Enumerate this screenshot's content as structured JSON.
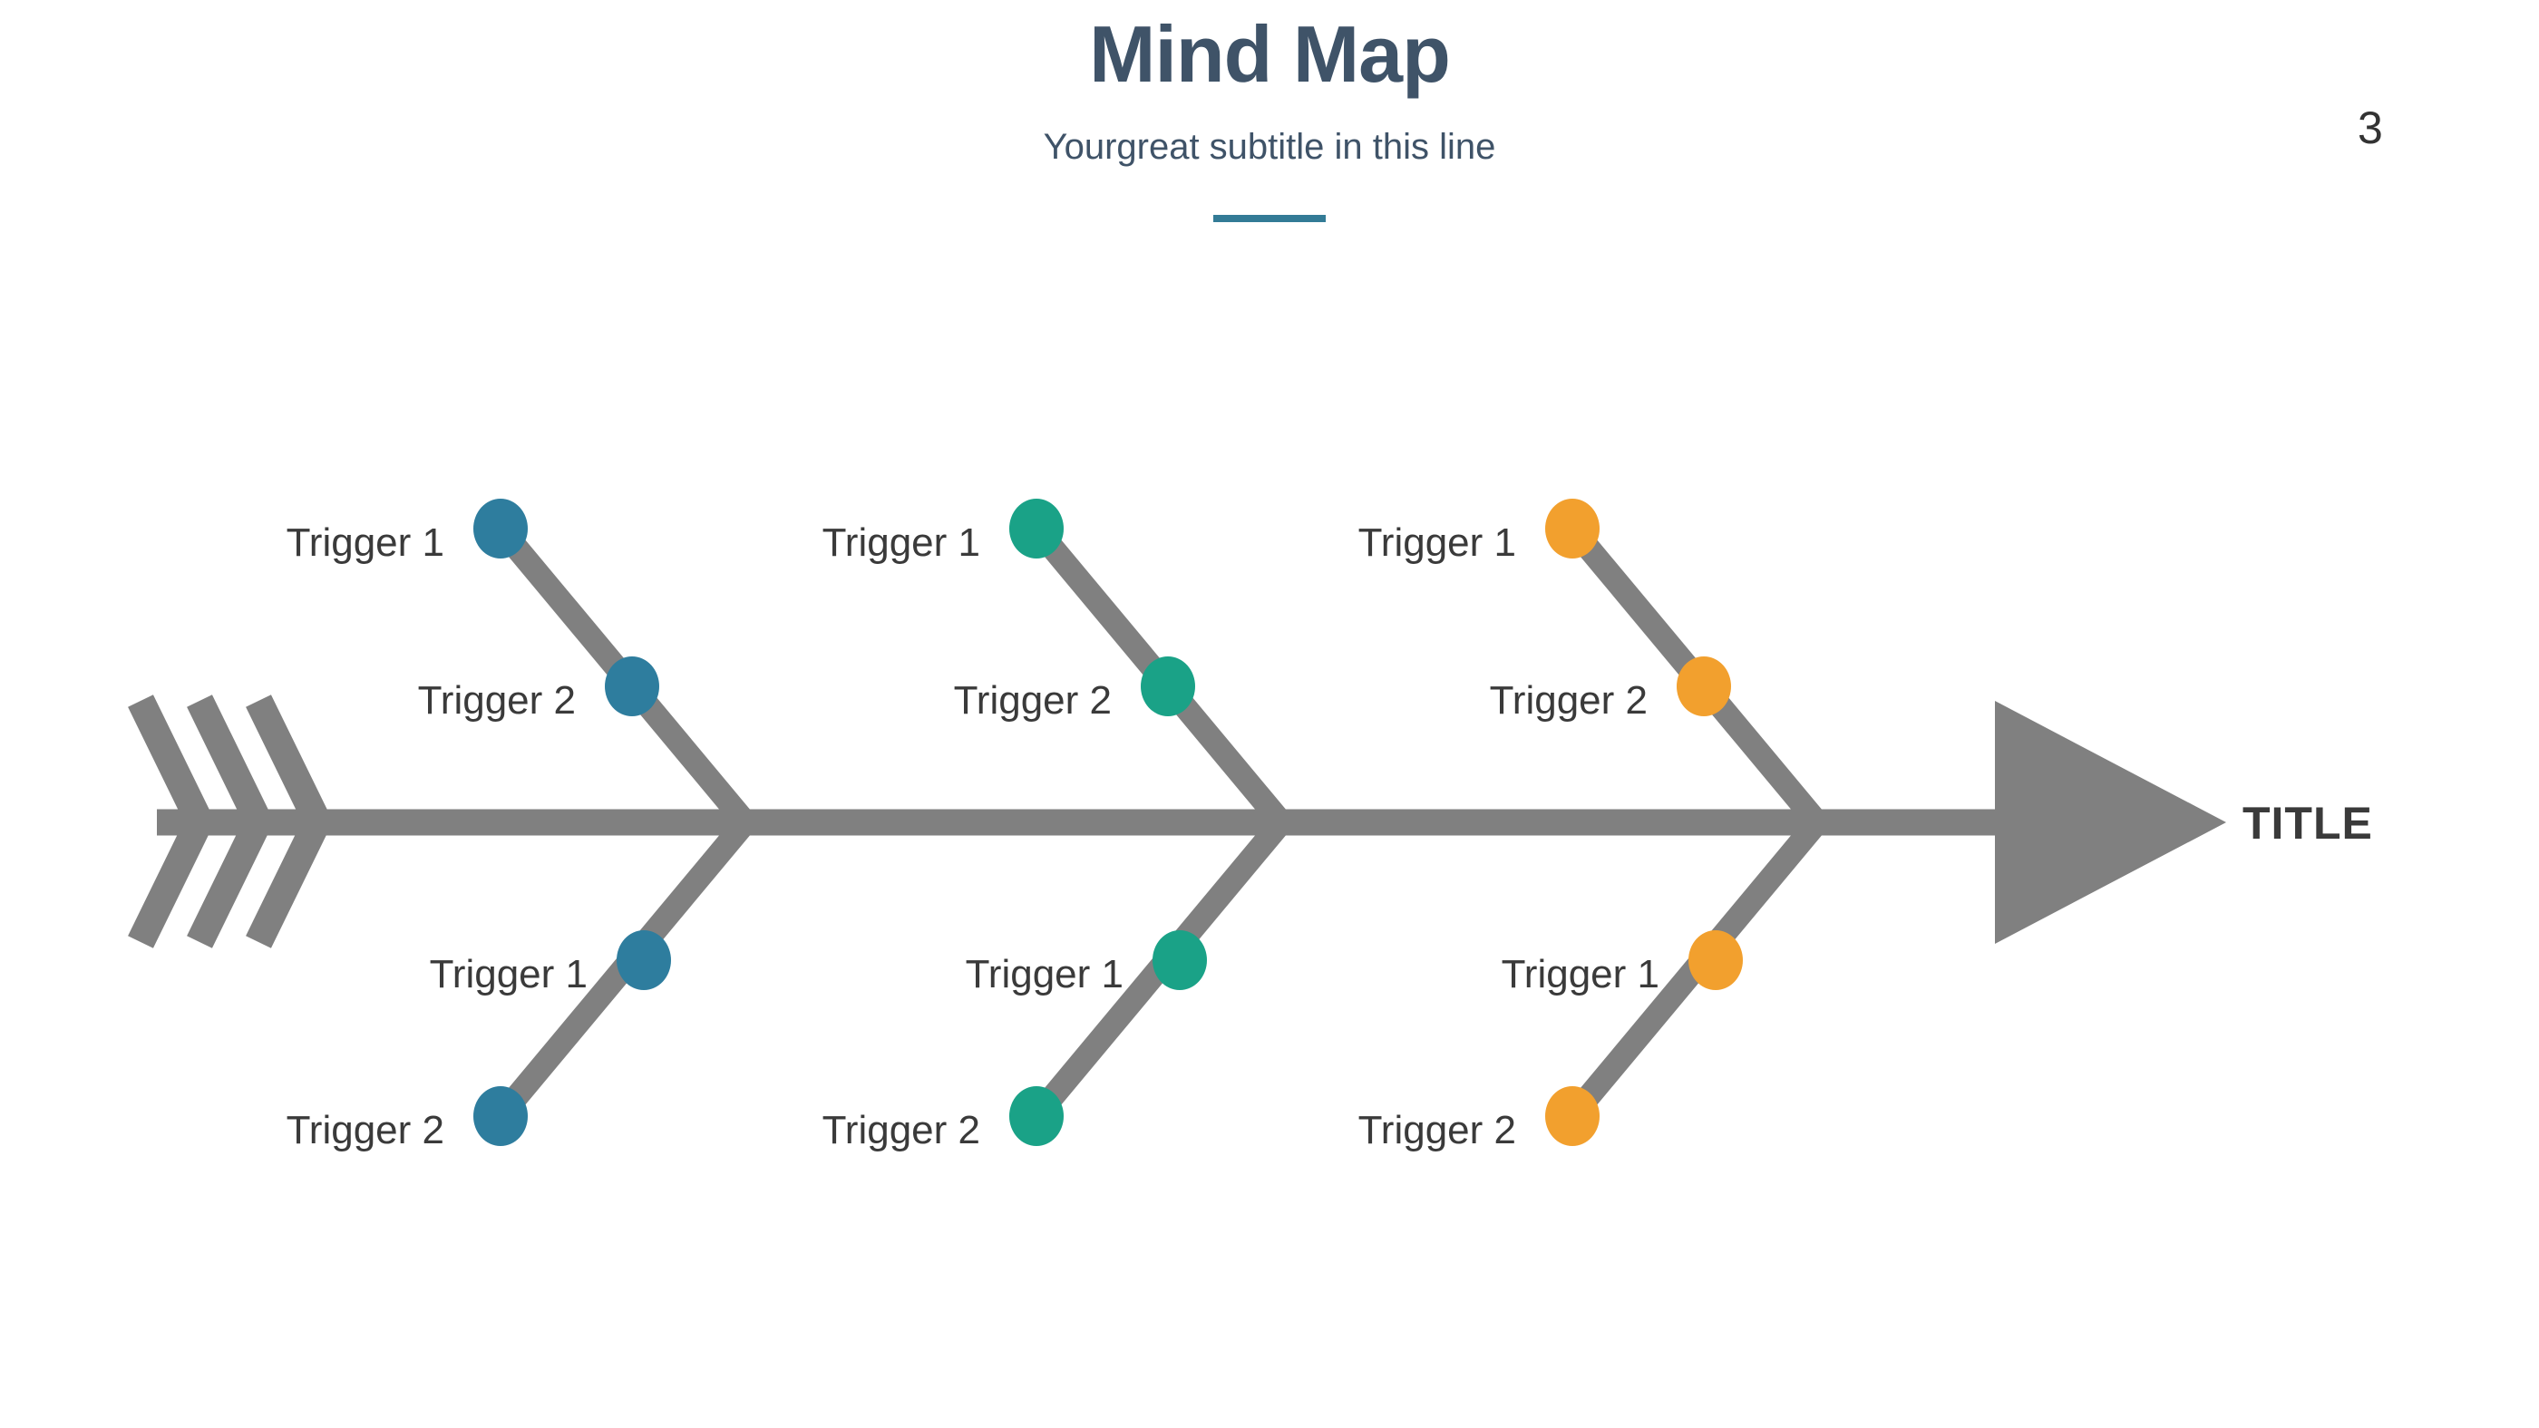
{
  "slide": {
    "title": "Mind Map",
    "subtitle": "Yourgreat subtitle in this line",
    "page_number": "3",
    "accent_colors": {
      "heading_text": "#3F5368",
      "divider": "#337B96",
      "body_text": "#3A3A3A"
    }
  },
  "diagram": {
    "type": "fishbone-mind-map",
    "head_label": "TITLE",
    "bone_color": "#808080",
    "branches": [
      {
        "id": "branch-1",
        "dot_color": "#2E7D9E",
        "upper": [
          "Trigger 1",
          "Trigger 2"
        ],
        "lower": [
          "Trigger 1",
          "Trigger 2"
        ]
      },
      {
        "id": "branch-2",
        "dot_color": "#1AA287",
        "upper": [
          "Trigger 1",
          "Trigger 2"
        ],
        "lower": [
          "Trigger 1",
          "Trigger 2"
        ]
      },
      {
        "id": "branch-3",
        "dot_color": "#F2A02E",
        "upper": [
          "Trigger 1",
          "Trigger 2"
        ],
        "lower": [
          "Trigger 1",
          "Trigger 2"
        ]
      }
    ]
  }
}
